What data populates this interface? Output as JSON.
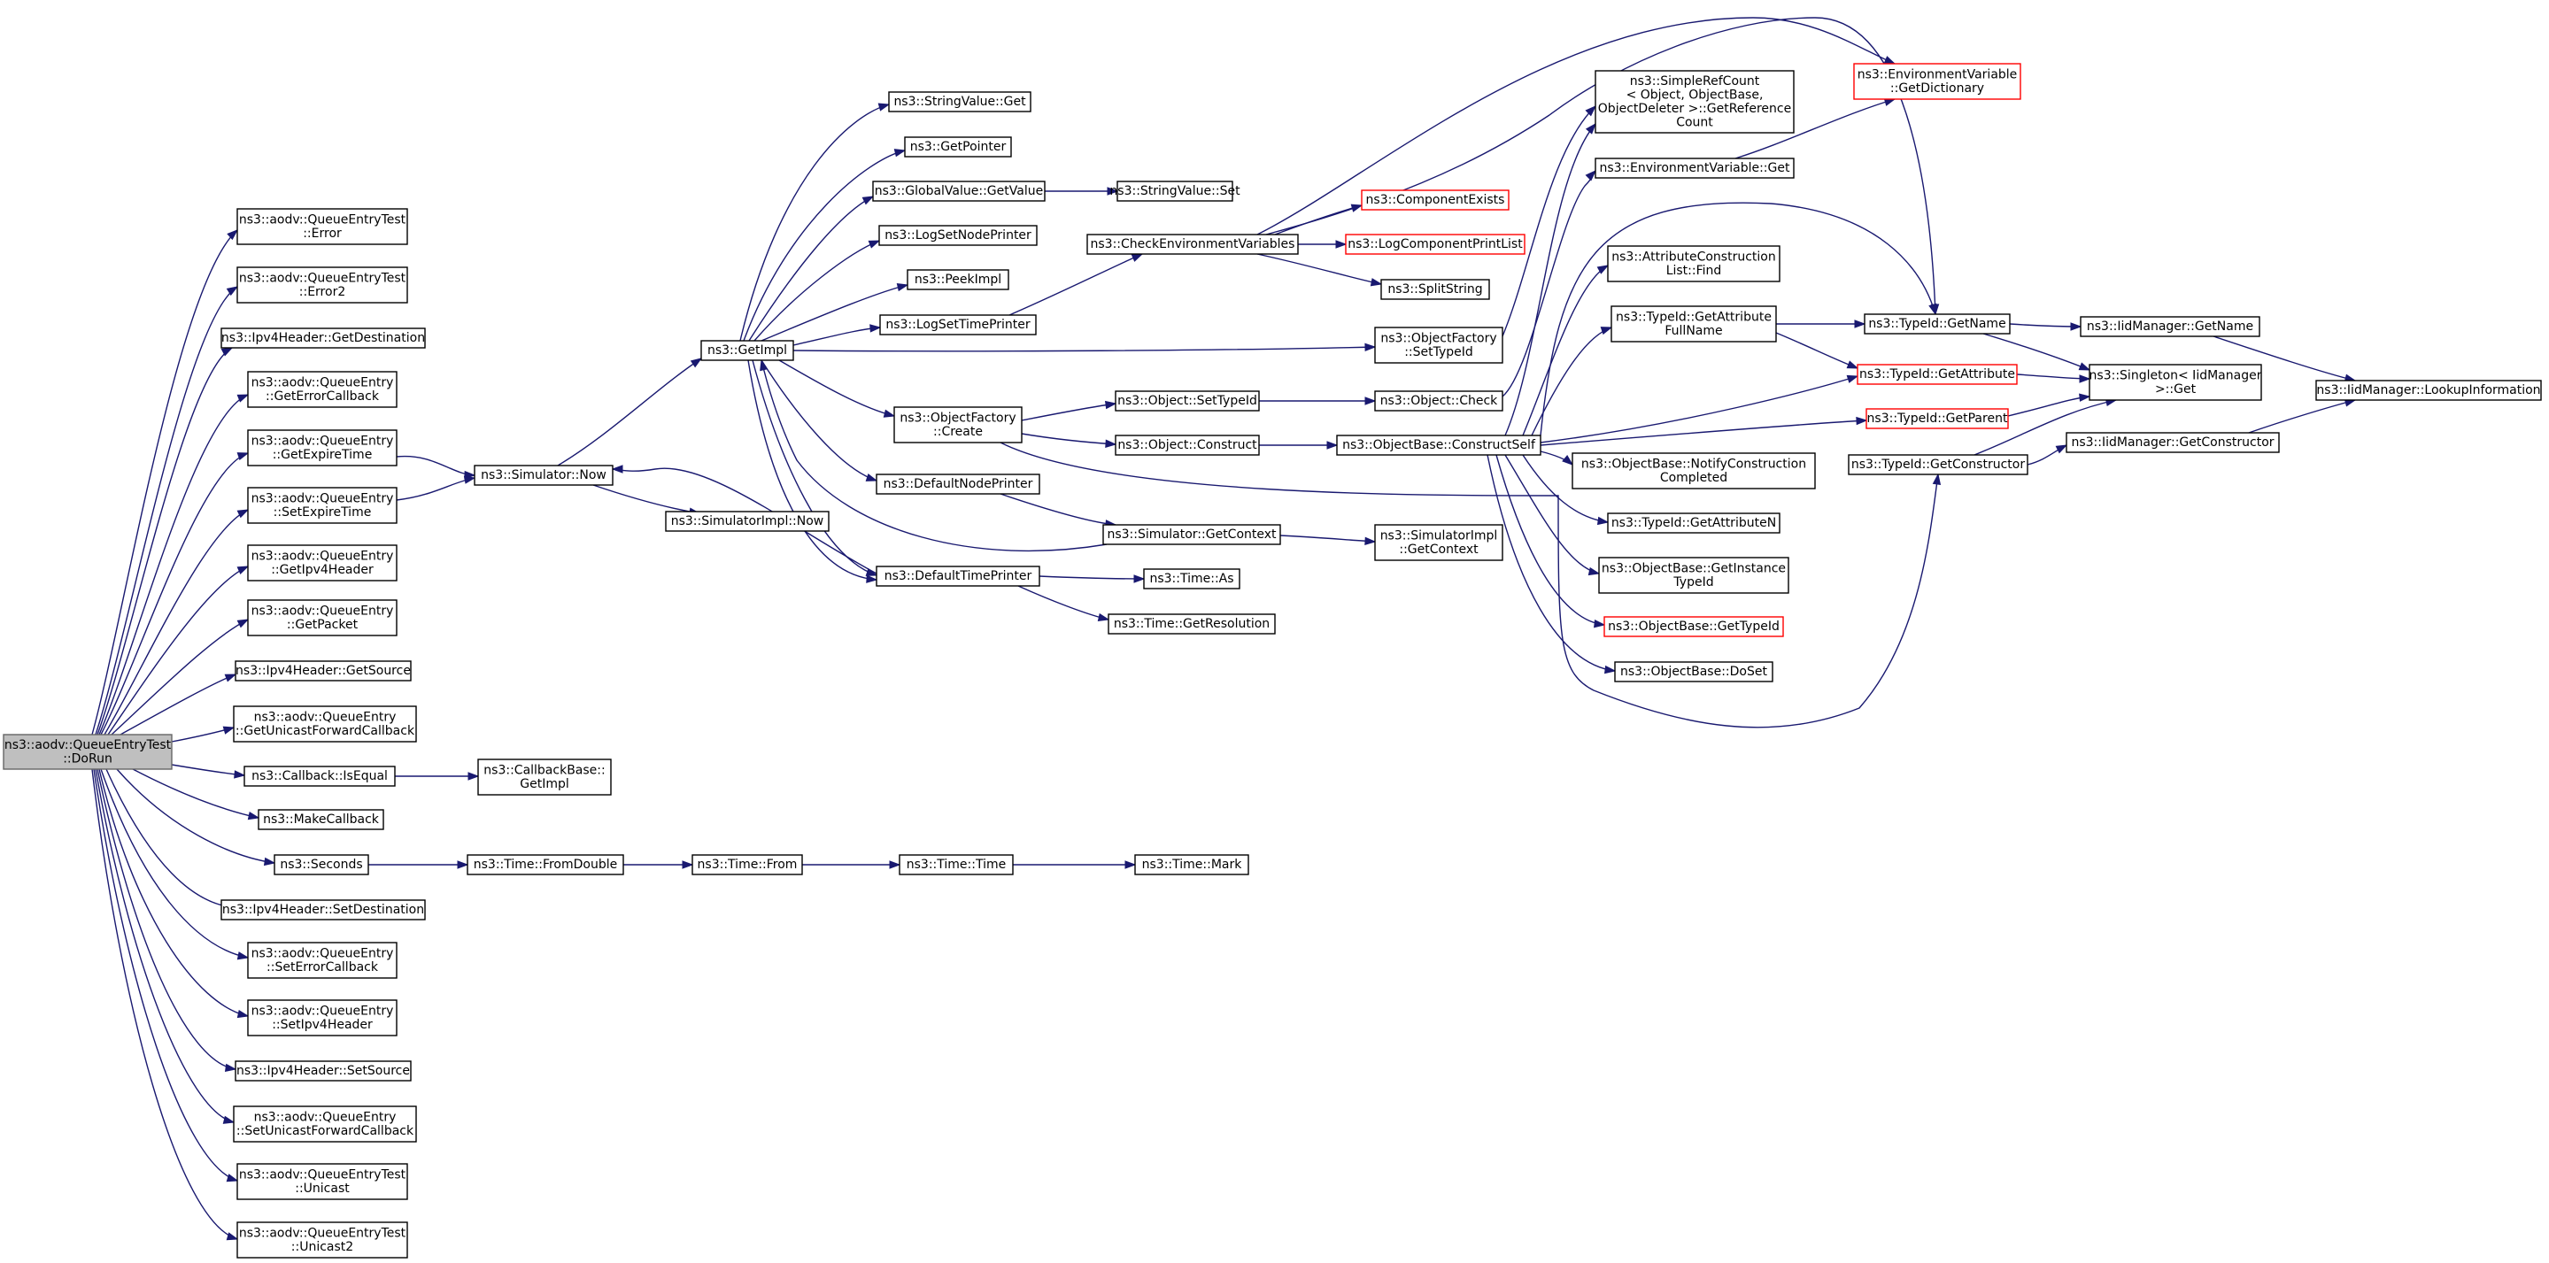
{
  "colors": {
    "edge": "#191970",
    "node_border": "#000000",
    "highlight_border": "#ff0000",
    "root_fill": "#bfbfbf"
  },
  "nodes": [
    {
      "id": "dorun",
      "lines": [
        "ns3::aodv::QueueEntryTest",
        "::DoRun"
      ],
      "style": "root"
    },
    {
      "id": "error",
      "lines": [
        "ns3::aodv::QueueEntryTest",
        "::Error"
      ]
    },
    {
      "id": "error2",
      "lines": [
        "ns3::aodv::QueueEntryTest",
        "::Error2"
      ]
    },
    {
      "id": "getdest",
      "lines": [
        "ns3::Ipv4Header::GetDestination"
      ]
    },
    {
      "id": "geterrcb",
      "lines": [
        "ns3::aodv::QueueEntry",
        "::GetErrorCallback"
      ]
    },
    {
      "id": "getexp",
      "lines": [
        "ns3::aodv::QueueEntry",
        "::GetExpireTime"
      ]
    },
    {
      "id": "setexp",
      "lines": [
        "ns3::aodv::QueueEntry",
        "::SetExpireTime"
      ]
    },
    {
      "id": "getipv4h",
      "lines": [
        "ns3::aodv::QueueEntry",
        "::GetIpv4Header"
      ]
    },
    {
      "id": "getpkt",
      "lines": [
        "ns3::aodv::QueueEntry",
        "::GetPacket"
      ]
    },
    {
      "id": "getsrc",
      "lines": [
        "ns3::Ipv4Header::GetSource"
      ]
    },
    {
      "id": "getucb",
      "lines": [
        "ns3::aodv::QueueEntry",
        "::GetUnicastForwardCallback"
      ]
    },
    {
      "id": "isequal",
      "lines": [
        "ns3::Callback::IsEqual"
      ]
    },
    {
      "id": "makecb",
      "lines": [
        "ns3::MakeCallback"
      ]
    },
    {
      "id": "seconds",
      "lines": [
        "ns3::Seconds"
      ]
    },
    {
      "id": "setdest",
      "lines": [
        "ns3::Ipv4Header::SetDestination"
      ]
    },
    {
      "id": "seterrcb",
      "lines": [
        "ns3::aodv::QueueEntry",
        "::SetErrorCallback"
      ]
    },
    {
      "id": "setipv4h",
      "lines": [
        "ns3::aodv::QueueEntry",
        "::SetIpv4Header"
      ]
    },
    {
      "id": "setsrc",
      "lines": [
        "ns3::Ipv4Header::SetSource"
      ]
    },
    {
      "id": "setucb",
      "lines": [
        "ns3::aodv::QueueEntry",
        "::SetUnicastForwardCallback"
      ]
    },
    {
      "id": "unicast",
      "lines": [
        "ns3::aodv::QueueEntryTest",
        "::Unicast"
      ]
    },
    {
      "id": "unicast2",
      "lines": [
        "ns3::aodv::QueueEntryTest",
        "::Unicast2"
      ]
    },
    {
      "id": "simnow",
      "lines": [
        "ns3::Simulator::Now"
      ]
    },
    {
      "id": "simimplnow",
      "lines": [
        "ns3::SimulatorImpl::Now"
      ]
    },
    {
      "id": "cbbase",
      "lines": [
        "ns3::CallbackBase::",
        "GetImpl"
      ]
    },
    {
      "id": "fromdouble",
      "lines": [
        "ns3::Time::FromDouble"
      ]
    },
    {
      "id": "timefrom",
      "lines": [
        "ns3::Time::From"
      ]
    },
    {
      "id": "timetime",
      "lines": [
        "ns3::Time::Time"
      ]
    },
    {
      "id": "timemark",
      "lines": [
        "ns3::Time::Mark"
      ]
    },
    {
      "id": "getimpl",
      "lines": [
        "ns3::GetImpl"
      ]
    },
    {
      "id": "strget",
      "lines": [
        "ns3::StringValue::Get"
      ]
    },
    {
      "id": "getptr",
      "lines": [
        "ns3::GetPointer"
      ]
    },
    {
      "id": "gvget",
      "lines": [
        "ns3::GlobalValue::GetValue"
      ]
    },
    {
      "id": "logsnp",
      "lines": [
        "ns3::LogSetNodePrinter"
      ]
    },
    {
      "id": "peekimpl",
      "lines": [
        "ns3::PeekImpl"
      ]
    },
    {
      "id": "logstp",
      "lines": [
        "ns3::LogSetTimePrinter"
      ]
    },
    {
      "id": "ofcreate",
      "lines": [
        "ns3::ObjectFactory",
        "::Create"
      ]
    },
    {
      "id": "defnode",
      "lines": [
        "ns3::DefaultNodePrinter"
      ]
    },
    {
      "id": "deftime",
      "lines": [
        "ns3::DefaultTimePrinter"
      ]
    },
    {
      "id": "strset",
      "lines": [
        "ns3::StringValue::Set"
      ]
    },
    {
      "id": "checkenv",
      "lines": [
        "ns3::CheckEnvironmentVariables"
      ]
    },
    {
      "id": "objsettid",
      "lines": [
        "ns3::Object::SetTypeId"
      ]
    },
    {
      "id": "objconstruct",
      "lines": [
        "ns3::Object::Construct"
      ]
    },
    {
      "id": "simgetctx",
      "lines": [
        "ns3::Simulator::GetContext"
      ]
    },
    {
      "id": "timeas",
      "lines": [
        "ns3::Time::As"
      ]
    },
    {
      "id": "timeres",
      "lines": [
        "ns3::Time::GetResolution"
      ]
    },
    {
      "id": "compexists",
      "lines": [
        "ns3::ComponentExists"
      ],
      "style": "red"
    },
    {
      "id": "logcpl",
      "lines": [
        "ns3::LogComponentPrintList"
      ],
      "style": "red"
    },
    {
      "id": "splitstr",
      "lines": [
        "ns3::SplitString"
      ]
    },
    {
      "id": "ofsettid",
      "lines": [
        "ns3::ObjectFactory",
        "::SetTypeId"
      ]
    },
    {
      "id": "objcheck",
      "lines": [
        "ns3::Object::Check"
      ]
    },
    {
      "id": "obconstruct",
      "lines": [
        "ns3::ObjectBase::ConstructSelf"
      ]
    },
    {
      "id": "simimplctx",
      "lines": [
        "ns3::SimulatorImpl",
        "::GetContext"
      ]
    },
    {
      "id": "refcount",
      "lines": [
        "ns3::SimpleRefCount",
        "< Object, ObjectBase,",
        "ObjectDeleter >::GetReference",
        "Count"
      ]
    },
    {
      "id": "envget",
      "lines": [
        "ns3::EnvironmentVariable::Get"
      ]
    },
    {
      "id": "acfind",
      "lines": [
        "ns3::AttributeConstruction",
        "List::Find"
      ]
    },
    {
      "id": "tidgafn",
      "lines": [
        "ns3::TypeId::GetAttribute",
        "FullName"
      ]
    },
    {
      "id": "notifycc",
      "lines": [
        "ns3::ObjectBase::NotifyConstruction",
        "Completed"
      ]
    },
    {
      "id": "tidgan",
      "lines": [
        "ns3::TypeId::GetAttributeN"
      ]
    },
    {
      "id": "obgit",
      "lines": [
        "ns3::ObjectBase::GetInstance",
        "TypeId"
      ]
    },
    {
      "id": "obgtid",
      "lines": [
        "ns3::ObjectBase::GetTypeId"
      ],
      "style": "red"
    },
    {
      "id": "obdoset",
      "lines": [
        "ns3::ObjectBase::DoSet"
      ]
    },
    {
      "id": "envdict",
      "lines": [
        "ns3::EnvironmentVariable",
        "::GetDictionary"
      ],
      "style": "red"
    },
    {
      "id": "tidgetname",
      "lines": [
        "ns3::TypeId::GetName"
      ]
    },
    {
      "id": "tidgetattr",
      "lines": [
        "ns3::TypeId::GetAttribute"
      ],
      "style": "red"
    },
    {
      "id": "tidgetparent",
      "lines": [
        "ns3::TypeId::GetParent"
      ],
      "style": "red"
    },
    {
      "id": "tidgetctor",
      "lines": [
        "ns3::TypeId::GetConstructor"
      ]
    },
    {
      "id": "iidgetname",
      "lines": [
        "ns3::IidManager::GetName"
      ]
    },
    {
      "id": "singleton",
      "lines": [
        "ns3::Singleton< IidManager",
        ">::Get"
      ]
    },
    {
      "id": "iidgetctor",
      "lines": [
        "ns3::IidManager::GetConstructor"
      ]
    },
    {
      "id": "iidlookup",
      "lines": [
        "ns3::IidManager::LookupInformation"
      ]
    }
  ]
}
